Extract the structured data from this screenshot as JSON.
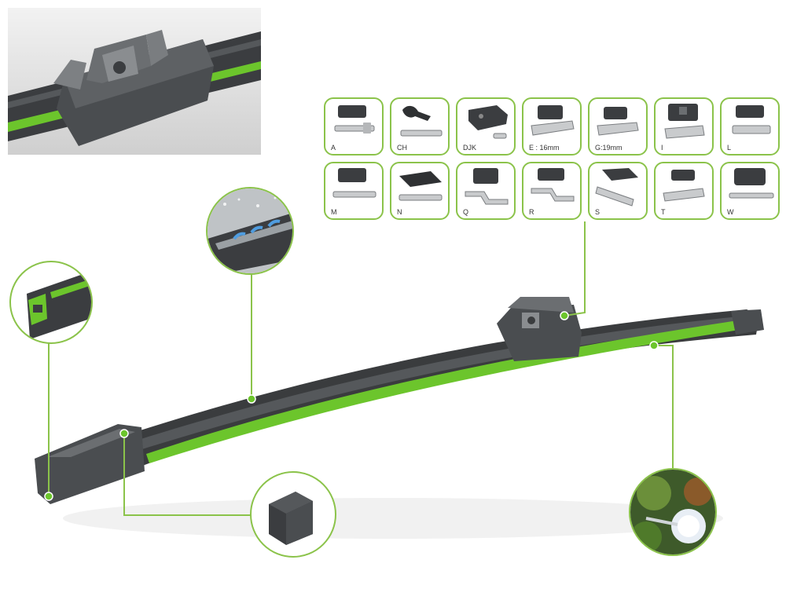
{
  "colors": {
    "accent_green": "#6cc52c",
    "callout_ring": "#8bc34a",
    "blade_dark": "#3a3c3e",
    "blade_mid": "#55585b",
    "background": "#ffffff"
  },
  "adapters": [
    {
      "code": "A"
    },
    {
      "code": "CH"
    },
    {
      "code": "DJK"
    },
    {
      "code": "E : 16mm"
    },
    {
      "code": "G:19mm"
    },
    {
      "code": "I"
    },
    {
      "code": "L"
    },
    {
      "code": "M"
    },
    {
      "code": "N"
    },
    {
      "code": "Q"
    },
    {
      "code": "R"
    },
    {
      "code": "S"
    },
    {
      "code": "T"
    },
    {
      "code": "W"
    }
  ],
  "icons": {
    "adapter_photo": "adapter-icon",
    "rubber_profile": "rubber-profile-icon",
    "aero_spoiler": "water-flow-icon",
    "end_cap": "end-cap-icon",
    "coated_rubber": "coated-rubber-icon"
  }
}
